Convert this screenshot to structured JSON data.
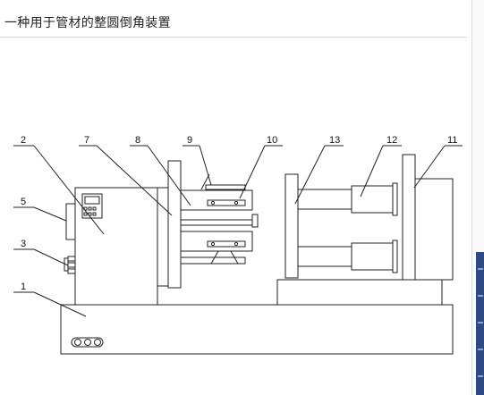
{
  "page": {
    "title": "一种用于管材的整圆倒角装置"
  },
  "diagram": {
    "part_labels": [
      "1",
      "2",
      "3",
      "5",
      "7",
      "8",
      "9",
      "10",
      "11",
      "12",
      "13"
    ],
    "line_color": "#222222"
  }
}
